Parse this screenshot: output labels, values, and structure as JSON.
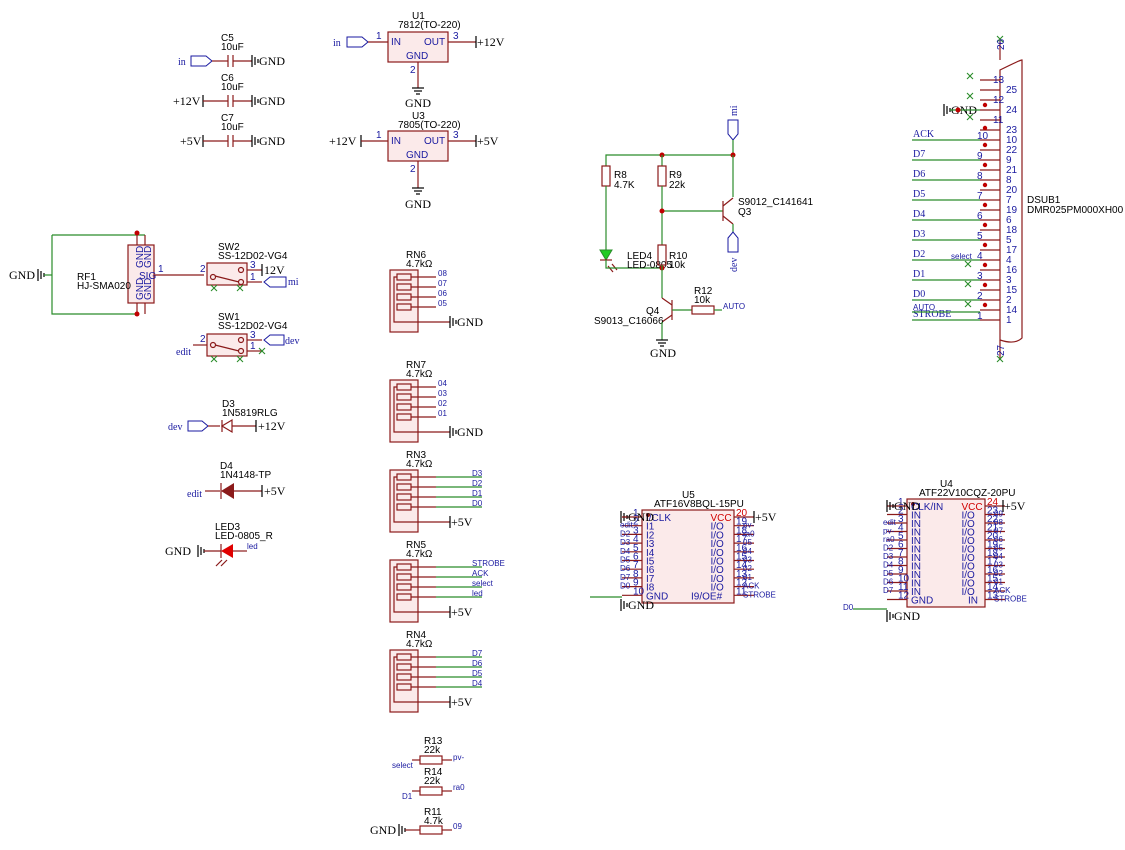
{
  "pwr": {
    "gnd": "GND",
    "v12": "+12V",
    "v5": "+5V",
    "v12b": "12V"
  },
  "c5": {
    "ref": "C5",
    "val": "10uF",
    "net": "in"
  },
  "c6": {
    "ref": "C6",
    "val": "10uF"
  },
  "c7": {
    "ref": "C7",
    "val": "10uF"
  },
  "u1": {
    "ref": "U1",
    "val": "7812(TO-220)",
    "in": "IN",
    "out": "OUT",
    "gnd": "GND",
    "net": "in"
  },
  "u3": {
    "ref": "U3",
    "val": "7805(TO-220)",
    "in": "IN",
    "out": "OUT",
    "gnd": "GND"
  },
  "rf1": {
    "ref": "RF1",
    "val": "HJ-SMA020",
    "sig": "SIG",
    "g": "GND"
  },
  "sw2": {
    "ref": "SW2",
    "val": "SS-12D02-VG4",
    "net": "mi"
  },
  "sw1": {
    "ref": "SW1",
    "val": "SS-12D02-VG4",
    "net_l": "edit",
    "net_r": "dev"
  },
  "d3": {
    "ref": "D3",
    "val": "1N5819RLG",
    "net": "dev"
  },
  "d4": {
    "ref": "D4",
    "val": "1N4148-TP",
    "net": "edit"
  },
  "led3": {
    "ref": "LED3",
    "val": "LED-0805_R",
    "net": "led"
  },
  "rn6": {
    "ref": "RN6",
    "val": "4.7kΩ",
    "nets": [
      "08",
      "07",
      "06",
      "05"
    ]
  },
  "rn7": {
    "ref": "RN7",
    "val": "4.7kΩ",
    "nets": [
      "04",
      "03",
      "02",
      "01"
    ]
  },
  "rn3": {
    "ref": "RN3",
    "val": "4.7kΩ",
    "nets": [
      "D3",
      "D2",
      "D1",
      "D0"
    ]
  },
  "rn5": {
    "ref": "RN5",
    "val": "4.7kΩ",
    "nets": [
      "STROBE",
      "ACK",
      "select",
      "led"
    ]
  },
  "rn4": {
    "ref": "RN4",
    "val": "4.7kΩ",
    "nets": [
      "D7",
      "D6",
      "D5",
      "D4"
    ]
  },
  "r13": {
    "ref": "R13",
    "val": "22k",
    "l": "select",
    "r": "pv-"
  },
  "r14": {
    "ref": "R14",
    "val": "22k",
    "l": "D1",
    "r": "ra0"
  },
  "r11": {
    "ref": "R11",
    "val": "4.7k",
    "r": "09"
  },
  "ckt": {
    "r8": "R8",
    "r8v": "4.7K",
    "r9": "R9",
    "r9v": "22k",
    "q3": "S9012_C141641",
    "q3r": "Q3",
    "led4": "LED4",
    "led4v": "LED-0805",
    "r10": "R10",
    "r10v": "10k",
    "q4": "Q4",
    "q4v": "S9013_C16066",
    "r12": "R12",
    "r12v": "10k",
    "auto": "AUTO",
    "mi": "mi",
    "dev": "dev"
  },
  "u5": {
    "ref": "U5",
    "val": "ATF16V8BQL-15PU",
    "left": [
      [
        "1",
        "I/CLK",
        ""
      ],
      [
        "2",
        "I1",
        "edit"
      ],
      [
        "3",
        "I2",
        "D2"
      ],
      [
        "4",
        "I3",
        "D3"
      ],
      [
        "5",
        "I4",
        "D4"
      ],
      [
        "6",
        "I5",
        "D5"
      ],
      [
        "7",
        "I6",
        "D6"
      ],
      [
        "8",
        "I7",
        "D7"
      ],
      [
        "9",
        "I8",
        "D0"
      ],
      [
        "10",
        "GND",
        ""
      ]
    ],
    "right": [
      [
        "20",
        "VCC",
        ""
      ],
      [
        "19",
        "I/O",
        "pv-"
      ],
      [
        "18",
        "I/O",
        "ra0"
      ],
      [
        "17",
        "I/O",
        "05"
      ],
      [
        "16",
        "I/O",
        "04"
      ],
      [
        "15",
        "I/O",
        "03"
      ],
      [
        "14",
        "I/O",
        "02"
      ],
      [
        "13",
        "I/O",
        "01"
      ],
      [
        "12",
        "I/O",
        "ACK"
      ],
      [
        "11",
        "I9/OE#",
        "STROBE"
      ]
    ]
  },
  "u4": {
    "ref": "U4",
    "val": "ATF22V10CQZ-20PU",
    "left": [
      [
        "1",
        "CLK/IN",
        ""
      ],
      [
        "2",
        "IN",
        ""
      ],
      [
        "3",
        "IN",
        "edit"
      ],
      [
        "4",
        "IN",
        "pv-"
      ],
      [
        "5",
        "IN",
        "ra0"
      ],
      [
        "6",
        "IN",
        "D2"
      ],
      [
        "7",
        "IN",
        "D3"
      ],
      [
        "8",
        "IN",
        "D4"
      ],
      [
        "9",
        "IN",
        "D5"
      ],
      [
        "10",
        "IN",
        "D6"
      ],
      [
        "11",
        "IN",
        "D7"
      ],
      [
        "12",
        "GND",
        ""
      ]
    ],
    "right": [
      [
        "24",
        "VCC",
        ""
      ],
      [
        "23",
        "I/O",
        "09"
      ],
      [
        "22",
        "I/O",
        "08"
      ],
      [
        "21",
        "I/O",
        "07"
      ],
      [
        "20",
        "I/O",
        "06"
      ],
      [
        "19",
        "I/O",
        "05"
      ],
      [
        "18",
        "I/O",
        "04"
      ],
      [
        "17",
        "I/O",
        "03"
      ],
      [
        "16",
        "I/O",
        "02"
      ],
      [
        "15",
        "I/O",
        "01"
      ],
      [
        "14",
        "I/O",
        "ACK"
      ],
      [
        "13",
        "IN",
        "STROBE"
      ]
    ],
    "d0": "D0"
  },
  "dsub": {
    "ref": "DSUB1",
    "val": "DMR025PM000XH00",
    "rows": [
      [
        "ACK",
        "10",
        "22"
      ],
      [
        "D7",
        "9",
        "21"
      ],
      [
        "D6",
        "8",
        "20"
      ],
      [
        "D5",
        "7",
        "19"
      ],
      [
        "D4",
        "6",
        "18"
      ],
      [
        "D3",
        "5",
        "17"
      ],
      [
        "D2",
        "4",
        "16"
      ],
      [
        "D1",
        "3",
        "15"
      ],
      [
        "D0",
        "2",
        "14"
      ],
      [
        "STROBE",
        "1",
        ""
      ]
    ],
    "right_pins": [
      "26",
      "13",
      "25",
      "12",
      "24",
      "11",
      "23",
      "22",
      "21",
      "20",
      "19",
      "18",
      "17",
      "16",
      "15",
      "14",
      "1",
      "27"
    ],
    "inner": [
      "13",
      "25",
      "12",
      "24",
      "11",
      "23",
      "22",
      "21",
      "20",
      "19",
      "18",
      "17",
      "16",
      "15",
      "14",
      "27",
      "26"
    ],
    "select": "select",
    "auto": "AUTO"
  }
}
